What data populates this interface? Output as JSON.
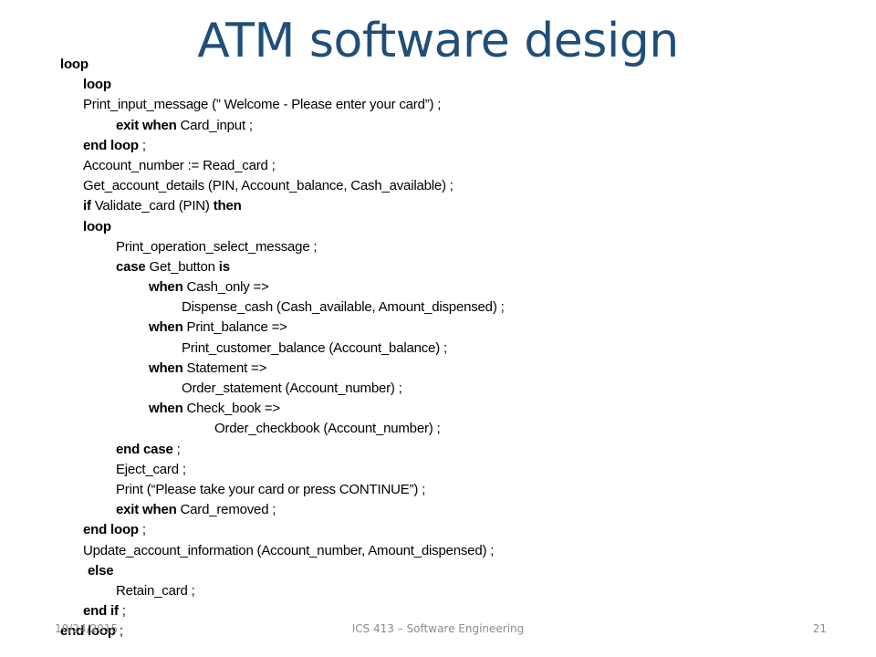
{
  "slide": {
    "title": "ATM software design",
    "footer": {
      "date": "10/24/2015",
      "course": "ICS 413 – Software Engineering",
      "page": "21"
    },
    "lines": [
      {
        "indent": "i0",
        "parts": [
          {
            "t": "loop",
            "b": true
          }
        ]
      },
      {
        "indent": "i1",
        "parts": [
          {
            "t": "loop",
            "b": true
          }
        ]
      },
      {
        "indent": "i1",
        "parts": [
          {
            "t": "Print_input_message (” Welcome - Please enter your card”) ;",
            "b": false
          }
        ]
      },
      {
        "indent": "i2",
        "parts": [
          {
            "t": "exit when",
            "b": true
          },
          {
            "t": " Card_input ;",
            "b": false
          }
        ]
      },
      {
        "indent": "i1",
        "parts": [
          {
            "t": "end loop",
            "b": true
          },
          {
            "t": " ;",
            "b": false
          }
        ]
      },
      {
        "indent": "i1",
        "parts": [
          {
            "t": "Account_number := Read_card ;",
            "b": false
          }
        ]
      },
      {
        "indent": "i1",
        "parts": [
          {
            "t": "Get_account_details (PIN, Account_balance, Cash_available) ;",
            "b": false
          }
        ]
      },
      {
        "indent": "i1",
        "parts": [
          {
            "t": "if",
            "b": true
          },
          {
            "t": " Validate_card (PIN) ",
            "b": false
          },
          {
            "t": "then",
            "b": true
          }
        ]
      },
      {
        "indent": "i1",
        "parts": [
          {
            "t": "loop",
            "b": true
          }
        ]
      },
      {
        "indent": "i2",
        "parts": [
          {
            "t": "Print_operation_select_message ;",
            "b": false
          }
        ]
      },
      {
        "indent": "i2",
        "parts": [
          {
            "t": "case",
            "b": true
          },
          {
            "t": " Get_button ",
            "b": false
          },
          {
            "t": "is",
            "b": true
          }
        ]
      },
      {
        "indent": "i3",
        "parts": [
          {
            "t": "when",
            "b": true
          },
          {
            "t": " Cash_only =>",
            "b": false
          }
        ]
      },
      {
        "indent": "i4",
        "parts": [
          {
            "t": "Dispense_cash (Cash_available, Amount_dispensed) ;",
            "b": false
          }
        ]
      },
      {
        "indent": "i3",
        "parts": [
          {
            "t": "when",
            "b": true
          },
          {
            "t": " Print_balance =>",
            "b": false
          }
        ]
      },
      {
        "indent": "i4",
        "parts": [
          {
            "t": "Print_customer_balance (Account_balance) ;",
            "b": false
          }
        ]
      },
      {
        "indent": "i3",
        "parts": [
          {
            "t": "when",
            "b": true
          },
          {
            "t": " Statement =>",
            "b": false
          }
        ]
      },
      {
        "indent": "i4",
        "parts": [
          {
            "t": "Order_statement (Account_number) ;",
            "b": false
          }
        ]
      },
      {
        "indent": "i3",
        "parts": [
          {
            "t": "when",
            "b": true
          },
          {
            "t": " Check_book =>",
            "b": false
          }
        ]
      },
      {
        "indent": "i5",
        "parts": [
          {
            "t": "Order_checkbook (Account_number) ;",
            "b": false
          }
        ]
      },
      {
        "indent": "i2",
        "parts": [
          {
            "t": "end case",
            "b": true
          },
          {
            "t": " ;",
            "b": false
          }
        ]
      },
      {
        "indent": "i2",
        "parts": [
          {
            "t": "Eject_card ;",
            "b": false
          }
        ]
      },
      {
        "indent": "i2",
        "parts": [
          {
            "t": "Print (“Please take your card or press CONTINUE”) ;",
            "b": false
          }
        ]
      },
      {
        "indent": "i2",
        "parts": [
          {
            "t": "exit when",
            "b": true
          },
          {
            "t": " Card_removed ;",
            "b": false
          }
        ]
      },
      {
        "indent": "i1",
        "parts": [
          {
            "t": "end loop",
            "b": true
          },
          {
            "t": " ;",
            "b": false
          }
        ]
      },
      {
        "indent": "i1",
        "parts": [
          {
            "t": "Update_account_information (Account_number,  Amount_dispensed) ;",
            "b": false
          }
        ]
      },
      {
        "indent": "i1b",
        "parts": [
          {
            "t": "else",
            "b": true
          }
        ]
      },
      {
        "indent": "i2",
        "parts": [
          {
            "t": "Retain_card ;",
            "b": false
          }
        ]
      },
      {
        "indent": "i1",
        "parts": [
          {
            "t": "end if",
            "b": true
          },
          {
            "t": " ;",
            "b": false
          }
        ]
      },
      {
        "indent": "i0",
        "parts": [
          {
            "t": "end loop",
            "b": true
          },
          {
            "t": " ;",
            "b": false
          }
        ]
      }
    ]
  }
}
